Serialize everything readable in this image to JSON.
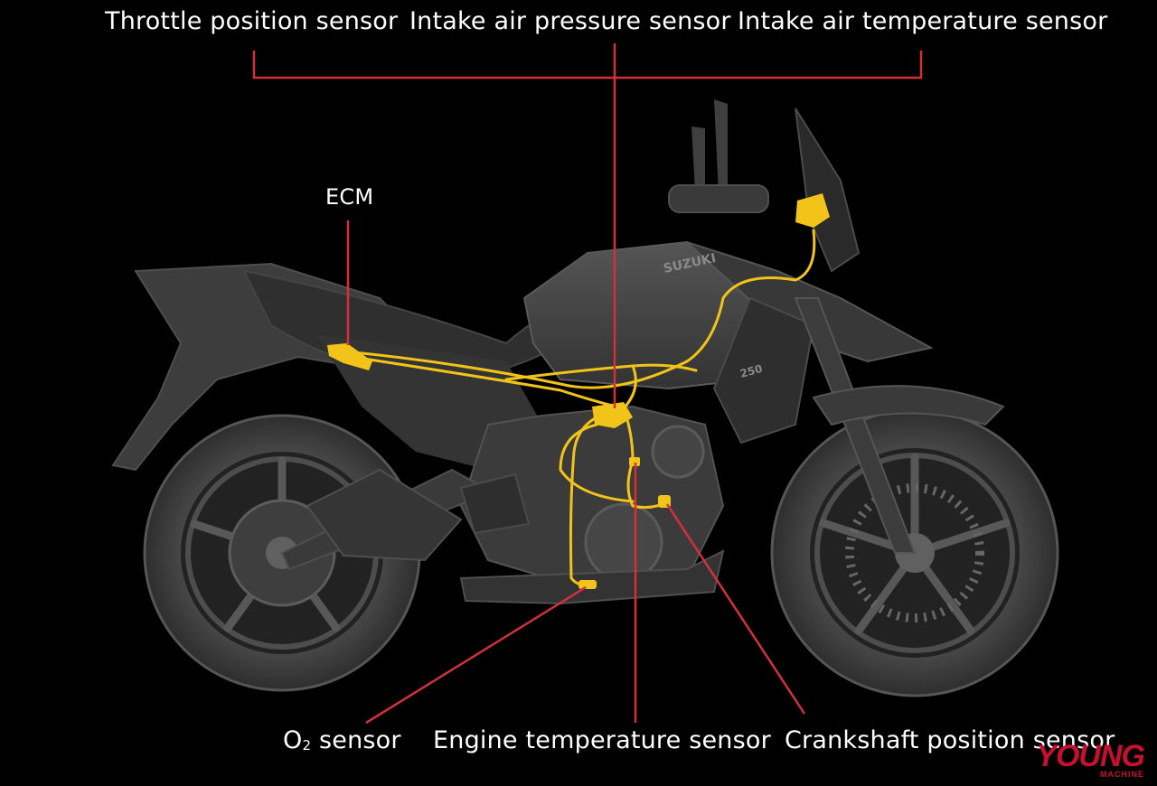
{
  "labels": {
    "throttle": "Throttle position sensor",
    "intake_pressure": "Intake air pressure sensor",
    "intake_temp": "Intake air temperature sensor",
    "ecm": "ECM",
    "o2_prefix": "O",
    "o2_sub": "2",
    "o2_suffix": " sensor",
    "engine_temp": "Engine temperature sensor",
    "crankshaft": "Crankshaft position sensor"
  },
  "bike_text": {
    "brand": "SUZUKI",
    "model": "250"
  },
  "logo": {
    "main": "YOUNG",
    "sub": "MACHINE"
  },
  "colors": {
    "background": "#000000",
    "leader_line": "#d3313a",
    "wiring": "#f2c318",
    "bike_body": "#3d3d3d",
    "logo": "#c8102e"
  }
}
